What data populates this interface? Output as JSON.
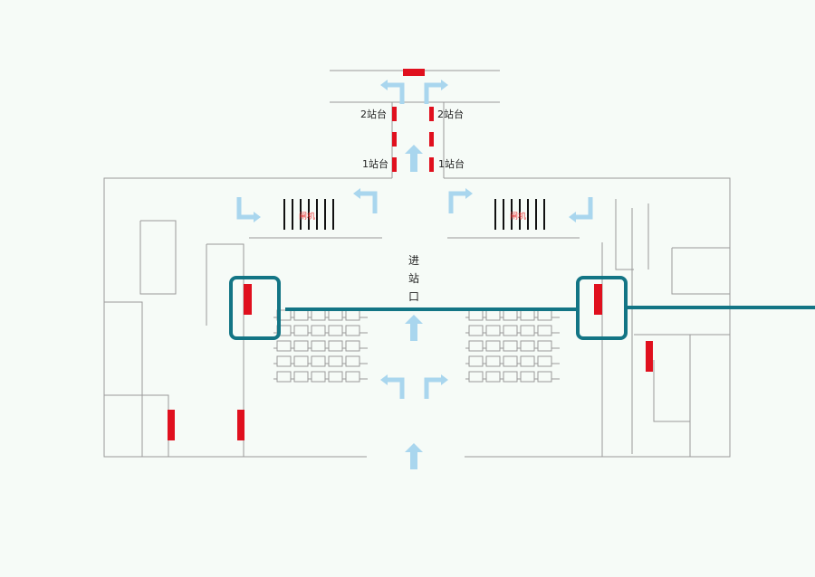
{
  "map": {
    "platform_labels": {
      "left_upper": "2站台",
      "right_upper": "2站台",
      "left_lower": "1站台",
      "right_lower": "1站台"
    },
    "entrance_label": "进站口",
    "gate_labels": {
      "left": "闸机",
      "right": "闸机"
    },
    "colors": {
      "background": "#f6fbf7",
      "wall": "#9a9a9a",
      "marker_red": "#e0101e",
      "arrow_blue": "#a9d6ee",
      "highlight_teal": "#137585",
      "gate": "#111111"
    },
    "icons": {
      "arrow": "arrow-icon",
      "turn_arrow": "turn-arrow-icon",
      "gate": "turnstile-gate",
      "seat": "waiting-seat",
      "marker": "location-marker"
    }
  }
}
